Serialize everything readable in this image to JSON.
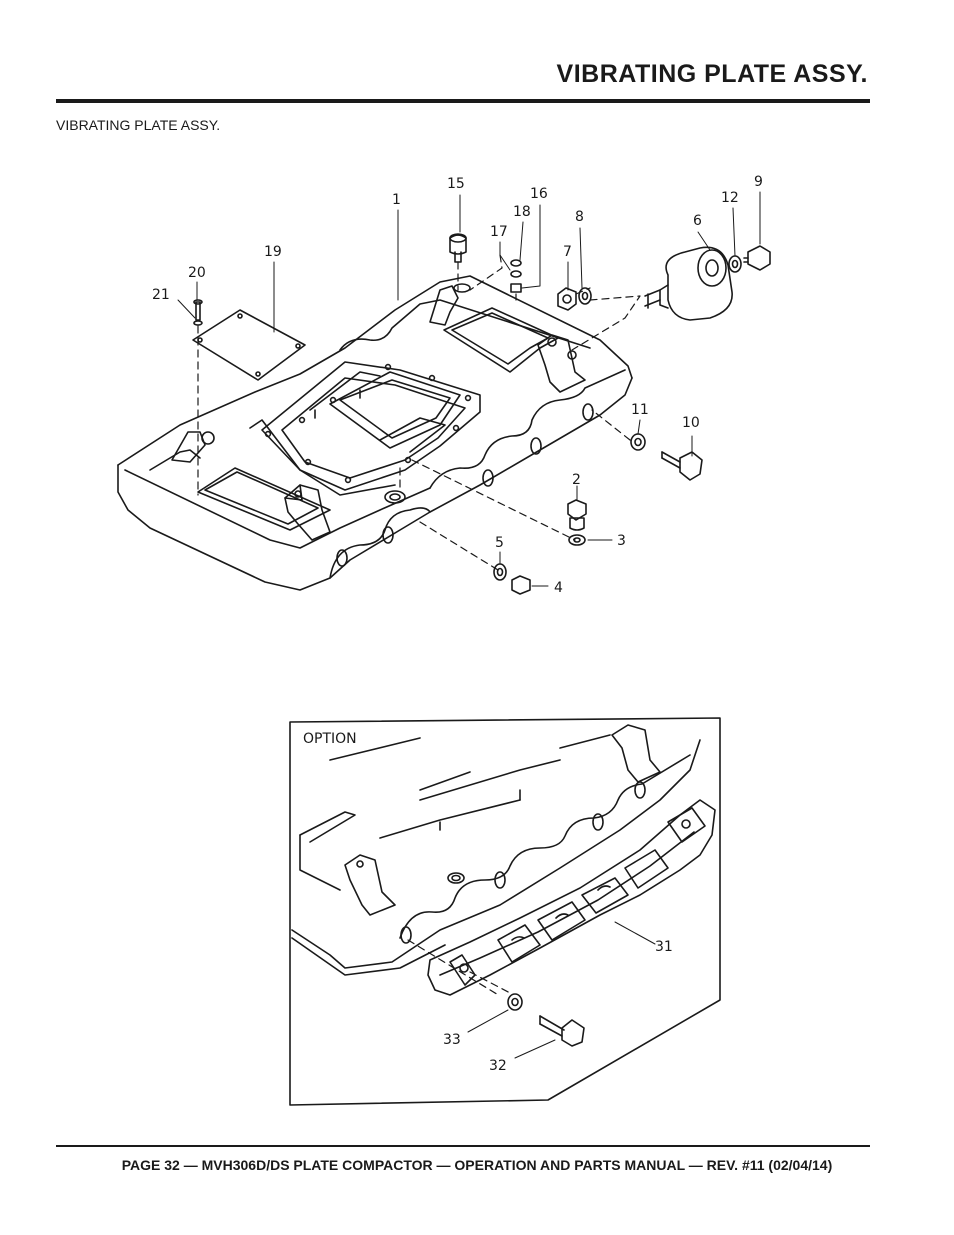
{
  "header": {
    "title": "VIBRATING PLATE ASSY."
  },
  "section": {
    "label": "VIBRATING PLATE ASSY."
  },
  "diagram": {
    "callouts": [
      "1",
      "2",
      "3",
      "4",
      "5",
      "6",
      "7",
      "8",
      "9",
      "10",
      "11",
      "12",
      "15",
      "16",
      "17",
      "18",
      "19",
      "20",
      "21"
    ],
    "option": {
      "title": "OPTION",
      "callouts": [
        "31",
        "32",
        "33"
      ]
    }
  },
  "footer": {
    "text": "PAGE 32 — MVH306D/DS PLATE COMPACTOR — OPERATION AND PARTS MANUAL — REV. #11 (02/04/14)"
  }
}
